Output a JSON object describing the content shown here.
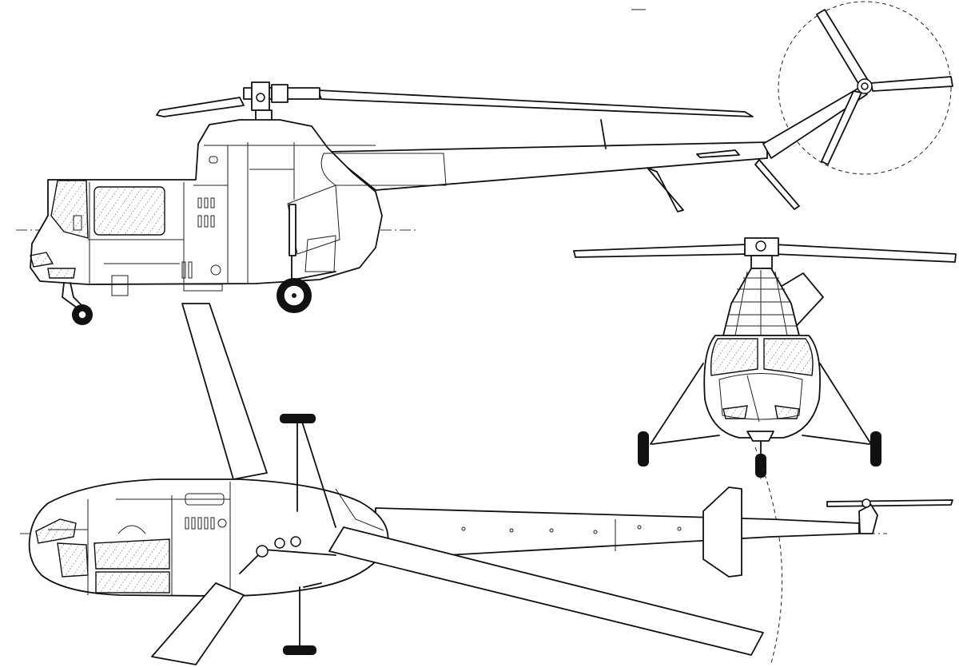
{
  "drawing": {
    "views": [
      "side-view",
      "front-view",
      "top-view"
    ]
  },
  "colors": {
    "ink": "#111111",
    "paper": "#ffffff"
  }
}
